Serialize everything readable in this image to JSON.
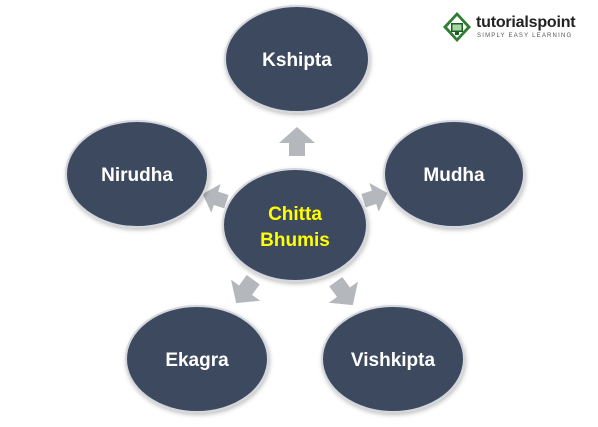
{
  "diagram": {
    "center": {
      "line1": "Chitta",
      "line2": "Bhumis"
    },
    "nodes": {
      "top": "Kshipta",
      "right": "Mudha",
      "bottom_right": "Vishkipta",
      "bottom_left": "Ekagra",
      "left": "Nirudha"
    },
    "colors": {
      "node_fill": "#3d4a5e",
      "node_stroke": "#d3d6dc",
      "center_text": "#ffff00",
      "node_text": "#ffffff",
      "arrow": "#b4b7bc"
    }
  },
  "logo": {
    "name": "tutorialspoint",
    "tagline": "SIMPLY EASY LEARNING"
  }
}
